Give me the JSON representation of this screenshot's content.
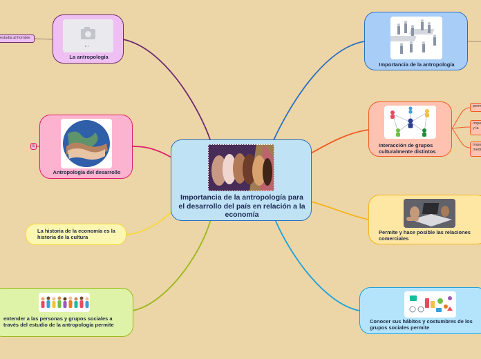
{
  "central": {
    "title": "Importancia de la antropología para el desarrollo del país en relación a la economía"
  },
  "branches": [
    {
      "id": "la-antropologia",
      "label": "La antropología",
      "image": "camera-placeholder-icon"
    },
    {
      "id": "antropologia-desarrollo",
      "label": "Antropología del desarrollo",
      "image": "hands-globe-image"
    },
    {
      "id": "historia-economia",
      "label": "La historia de la economía es la historia de la cultura"
    },
    {
      "id": "entender-personas",
      "label": "entender a las personas y grupos sociales a través del estudio de la antropología permite",
      "image": "people-crowd-image"
    },
    {
      "id": "importancia-antropologia",
      "label": "Importancia de la antropología",
      "image": "office-people-image"
    },
    {
      "id": "interaccion-grupos",
      "label": "Interacción de grupos culturalmente distintos",
      "image": "network-people-image"
    },
    {
      "id": "relaciones-comerciales",
      "label": "Permite y hace posible las relaciones comerciales",
      "image": "laptop-work-image"
    },
    {
      "id": "habitos-costumbres",
      "label": "Conocer sus hábitos y costumbres de los grupos sociales permite",
      "image": "lifestyle-icons-image"
    }
  ],
  "subtopics": {
    "estudia": "estudia al hombre",
    "badge": "5",
    "interaccion": [
      "perm",
      "Impo y la",
      "Impo medi"
    ]
  },
  "colors": {
    "background": "#ecd5a6",
    "purple": "#6b2a72",
    "pink": "#e01e6a",
    "yellow": "#f4da3a",
    "green": "#9ab81c",
    "blue": "#2a6fc2",
    "orange": "#ef5a22",
    "gold": "#f5b41a",
    "cyan": "#1ea2dc"
  }
}
